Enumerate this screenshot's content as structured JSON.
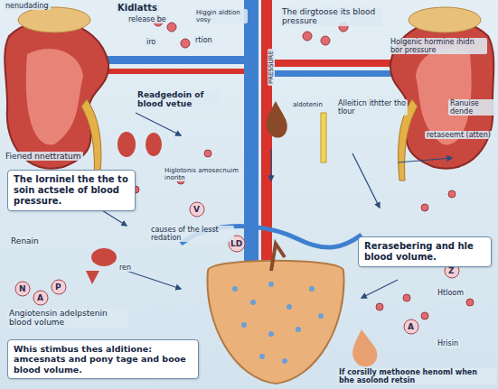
{
  "diagram": {
    "nodes": [
      {
        "text": [
          "The lorninel the the to soin actsele of blood pressure."
        ]
      },
      {
        "text": [
          "Rerasebering and hle blood volume."
        ]
      },
      {
        "text": [
          "Whis stimbus thes alditione: amcesnats and pony tage and booe blood volume."
        ]
      }
    ],
    "labels": [
      "nenudading",
      "Kidlatts",
      "release be",
      "Higgin aldtion vosy",
      "iro",
      "rtion",
      "The dirgtoose its blood pressure",
      "Holgenic hormine ihidn bor pressure",
      "PRESSURE",
      "Readgedoin of blood vetue",
      "Fiened nnettratum",
      "causes of the lesst redation",
      "aldotenin",
      "Higlotonis amosecnuim inoritn",
      "Alleiticn ithtter tho tlour",
      "Ranuise dende",
      "retaseemt (atten)",
      "Renain",
      "Angiotensin adelpstenin blood volume",
      "ren",
      "If corsilly methoone henoml when bhe asolond retsin",
      "Htloom",
      "Hrisin",
      "N",
      "A",
      "P",
      "V",
      "LD",
      "A",
      "Z"
    ]
  }
}
